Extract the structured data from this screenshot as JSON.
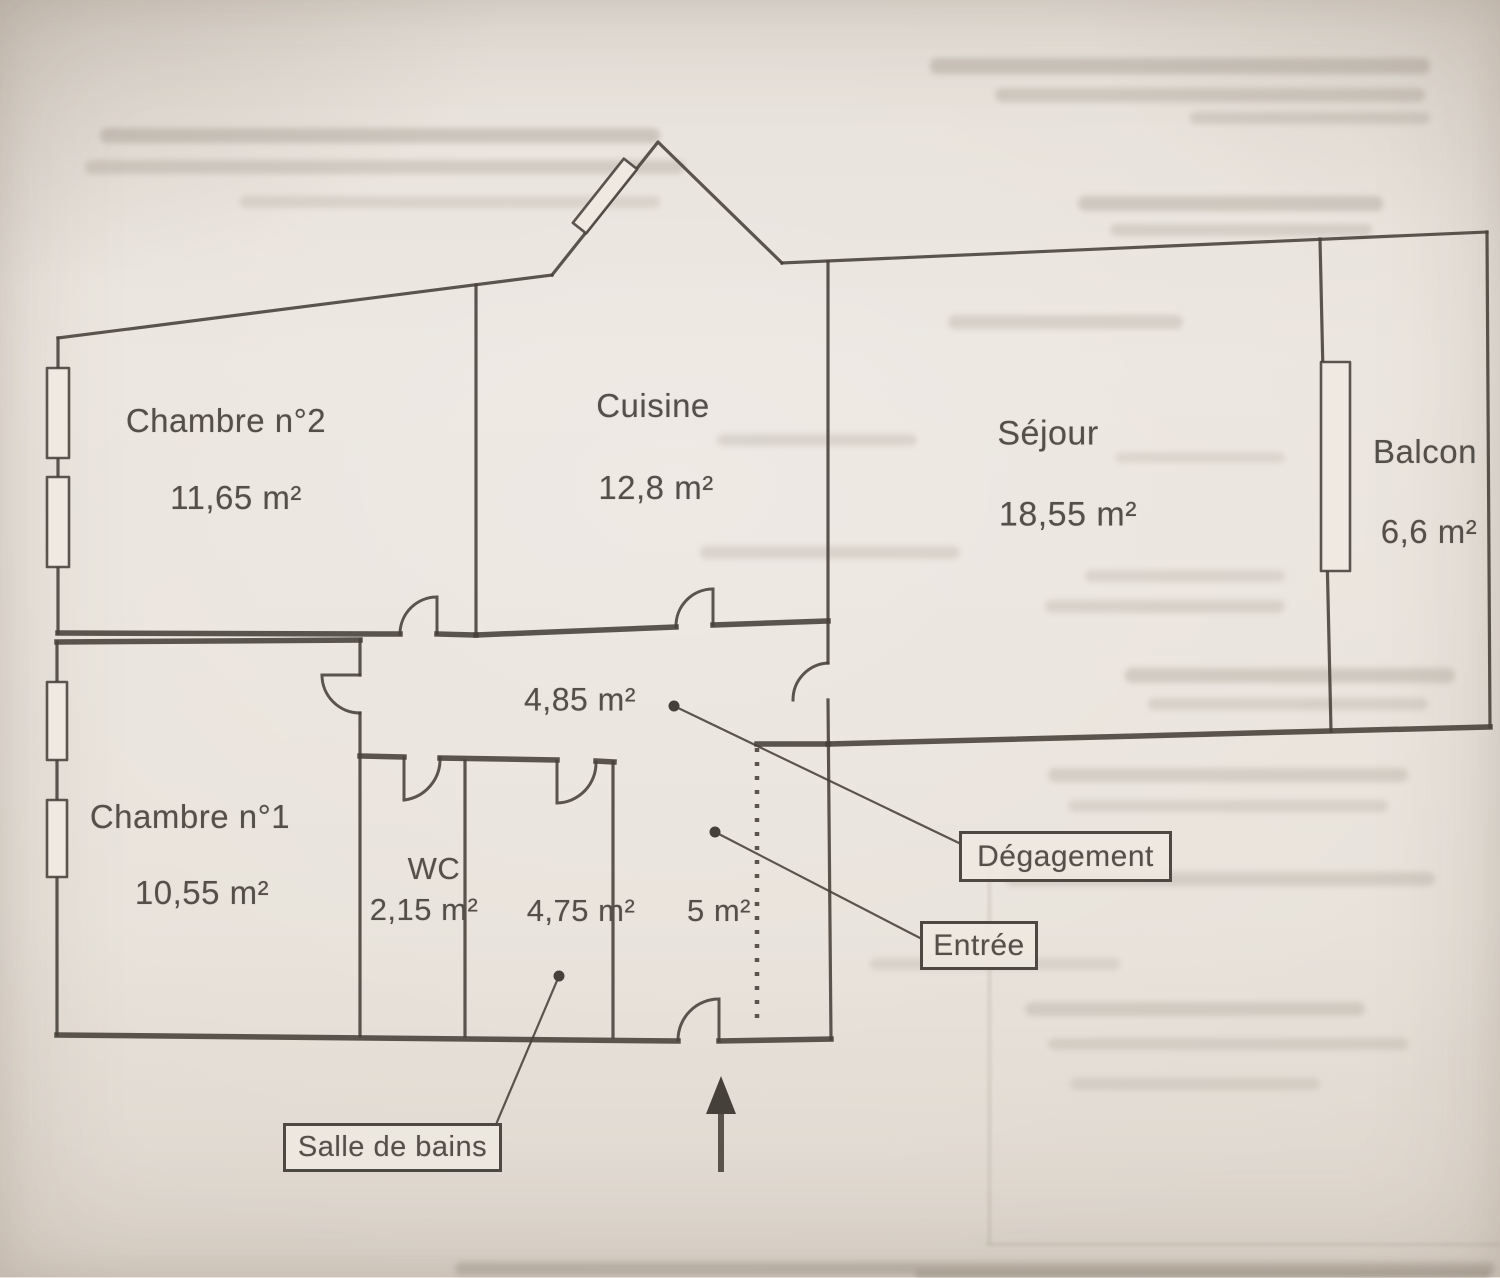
{
  "rooms": {
    "chambre2": {
      "name": "Chambre n°2",
      "area": "11,65 m²"
    },
    "cuisine": {
      "name": "Cuisine",
      "area": "12,8 m²"
    },
    "sejour": {
      "name": "Séjour",
      "area": "18,55 m²"
    },
    "balcon": {
      "name": "Balcon",
      "area": "6,6 m²"
    },
    "chambre1": {
      "name": "Chambre n°1",
      "area": "10,55 m²"
    },
    "wc": {
      "name": "WC",
      "area": "2,15 m²"
    },
    "salle_de_bains": {
      "area": "4,75 m²"
    },
    "degagement": {
      "area": "4,85 m²"
    },
    "entree": {
      "area": "5 m²"
    }
  },
  "callouts": {
    "degagement": "Dégagement",
    "entree": "Entrée",
    "salle_de_bains": "Salle de bains"
  },
  "icons": {
    "entrance_arrow": "arrow-up",
    "door_symbol": "quarter-arc-door",
    "window_symbol": "wall-window-rect",
    "virtual_boundary": "dotted-line"
  },
  "colors": {
    "paper": "#e9e3dc",
    "wall": "#454039",
    "text": "#544f49",
    "callout_border": "#4d4842"
  }
}
